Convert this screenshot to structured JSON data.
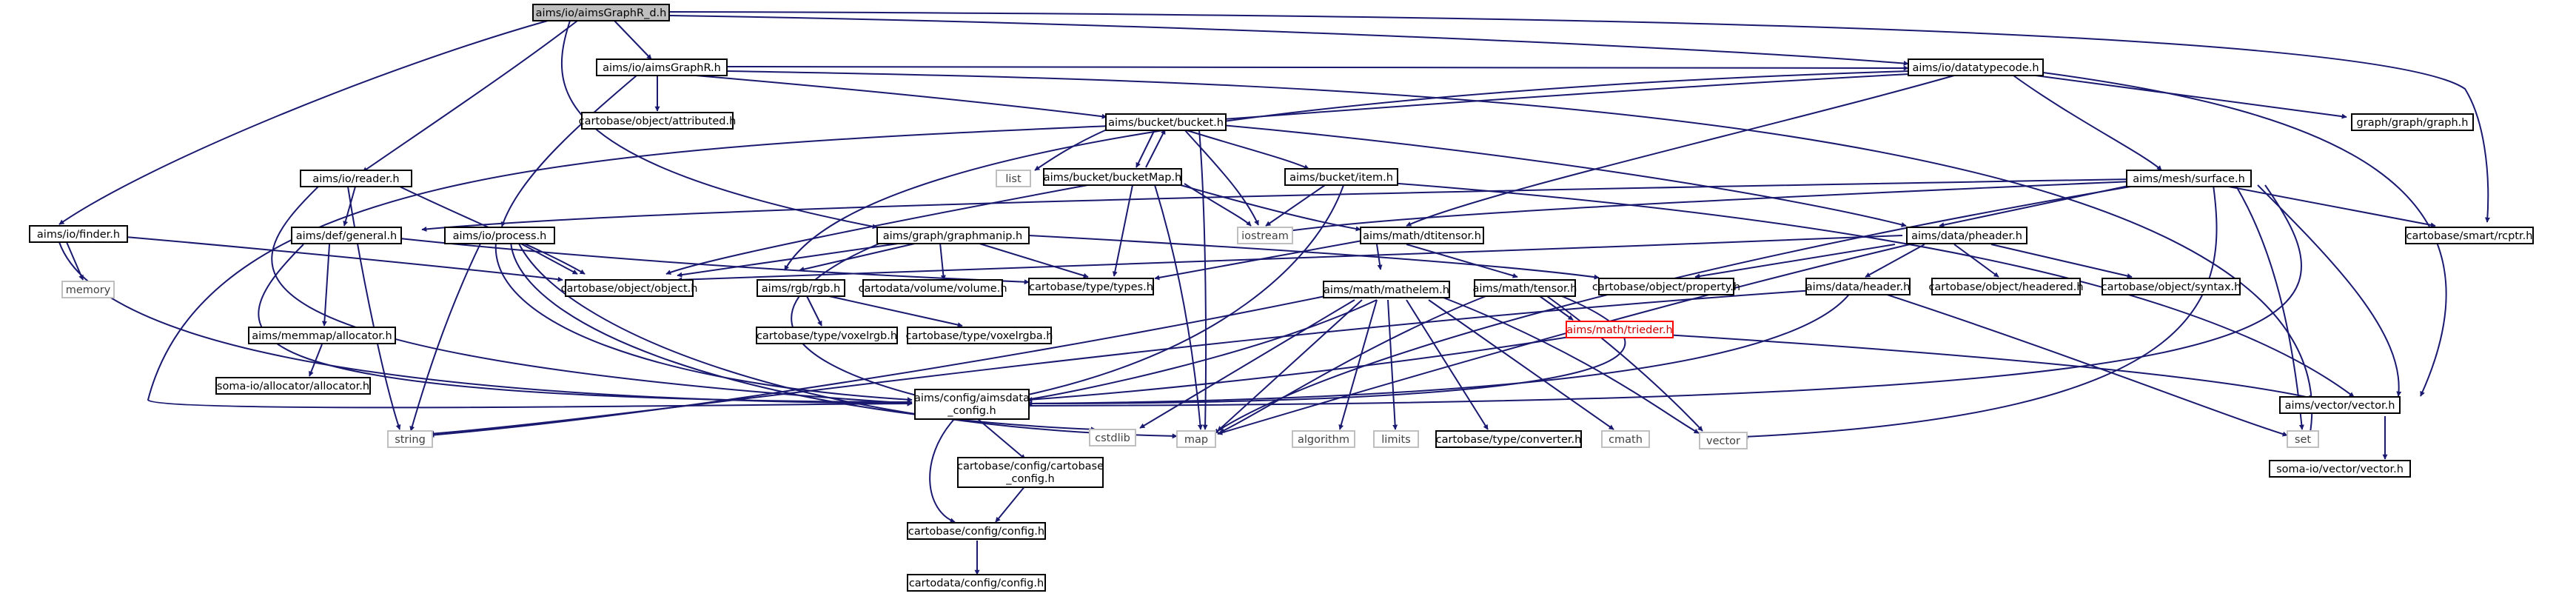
{
  "colors": {
    "edge": "#191970",
    "root_fill": "#bfbfbf",
    "external_border": "#bfbfbf",
    "highlight_border": "#ff0000"
  },
  "nodes": {
    "n_root": "aims/io/aimsGraphR_d.h",
    "n_datatypecode": "aims/io/datatypecode.h",
    "n_aimsgraphr": "aims/io/aimsGraphR.h",
    "n_attributed": "cartobase/object/attributed.h",
    "n_bucket": "aims/bucket/bucket.h",
    "n_graph": "graph/graph/graph.h",
    "n_reader": "aims/io/reader.h",
    "n_list": "list",
    "n_bucketmap": "aims/bucket/bucketMap.h",
    "n_item": "aims/bucket/item.h",
    "n_surface": "aims/mesh/surface.h",
    "n_finder": "aims/io/finder.h",
    "n_general": "aims/def/general.h",
    "n_process": "aims/io/process.h",
    "n_graphmanip": "aims/graph/graphmanip.h",
    "n_iostream": "iostream",
    "n_dtitensor": "aims/math/dtitensor.h",
    "n_pheader": "aims/data/pheader.h",
    "n_rcptr": "cartobase/smart/rcptr.h",
    "n_memory": "memory",
    "n_object": "cartobase/object/object.h",
    "n_types": "cartobase/type/types.h",
    "n_volume": "cartodata/volume/volume.h",
    "n_property": "cartobase/object/property.h",
    "n_headered": "cartobase/object/headered.h",
    "n_syntax": "cartobase/object/syntax.h",
    "n_allocator": "aims/memmap/allocator.h",
    "n_rgb": "aims/rgb/rgb.h",
    "n_mathelem": "aims/math/mathelem.h",
    "n_tensor": "aims/math/tensor.h",
    "n_header": "aims/data/header.h",
    "n_soma_alloc": "soma-io/allocator/allocator.h",
    "n_string": "string",
    "n_voxelrgb": "cartobase/type/voxelrgb.h",
    "n_voxelrgba": "cartobase/type/voxelrgba.h",
    "n_cstdlib": "cstdlib",
    "n_map": "map",
    "n_algorithm": "algorithm",
    "n_limits": "limits",
    "n_converter": "cartobase/type/converter.h",
    "n_cmath": "cmath",
    "n_vector": "vector",
    "n_set": "set",
    "n_trieder": "aims/math/trieder.h",
    "n_aimsdata_config_1": "aims/config/aimsdata",
    "n_aimsdata_config_2": "_config.h",
    "n_vectorh": "aims/vector/vector.h",
    "n_cartobase_config_1": "cartobase/config/cartobase",
    "n_cartobase_config_2": "_config.h",
    "n_somavector": "soma-io/vector/vector.h",
    "n_configh": "cartobase/config/config.h",
    "n_cartodataconfig": "cartodata/config/config.h"
  }
}
